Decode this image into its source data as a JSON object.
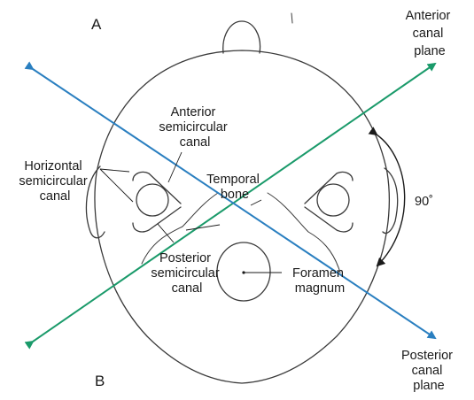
{
  "labels": {
    "view_a": "A",
    "view_b": "B",
    "anterior_canal_plane": [
      "Anterior",
      "canal",
      "plane"
    ],
    "posterior_canal_plane": [
      "Posterior",
      "canal",
      "plane"
    ],
    "anterior_semicircular_canal": [
      "Anterior",
      "semicircular",
      "canal"
    ],
    "horizontal_semicircular_canal": [
      "Horizontal",
      "semicircular",
      "canal"
    ],
    "temporal_bone": [
      "Temporal",
      "bone"
    ],
    "posterior_semicircular_canal": [
      "Posterior",
      "semicircular",
      "canal"
    ],
    "foramen_magnum": [
      "Foramen",
      "magnum"
    ],
    "angle": "90˚"
  },
  "colors": {
    "anterior_plane_line": "#1a9a6a",
    "posterior_plane_line": "#2a7fc0",
    "outline": "#3a3a3a",
    "text": "#1a1a1a"
  }
}
